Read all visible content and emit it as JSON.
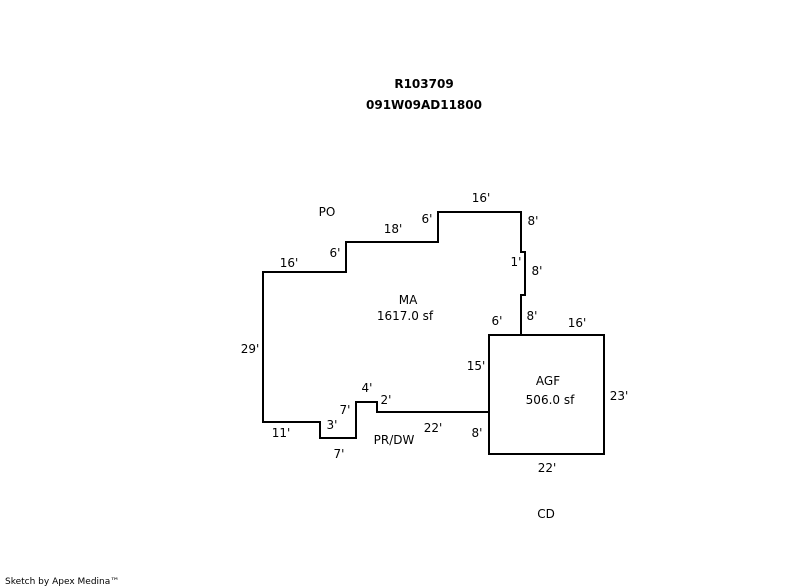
{
  "header": {
    "parcel_id": "R103709",
    "map_number": "091W09AD11800"
  },
  "areas": {
    "main": {
      "code": "MA",
      "area": "1617.0 sf"
    },
    "garage": {
      "code": "AGF",
      "area": "506.0 sf"
    },
    "porch_label": "PR/DW",
    "po_label": "PO",
    "cd_label": "CD"
  },
  "dimensions": {
    "ma_top_16": "16'",
    "ma_right_top_8": "8'",
    "ma_step_6_top": "6'",
    "ma_18": "18'",
    "ma_step_6_left": "6'",
    "ma_left_16": "16'",
    "ma_jog_1": "1'",
    "ma_right_mid_8": "8'",
    "ma_right_low_8": "8'",
    "ma_inner_6": "6'",
    "ma_left_29": "29'",
    "ma_bottom_11": "11'",
    "ma_notch_3": "3'",
    "ma_notch_7_bottom": "7'",
    "ma_notch_7_side": "7'",
    "ma_notch_4": "4'",
    "ma_notch_2": "2'",
    "ma_bottom_22": "22'",
    "agf_15": "15'",
    "agf_8": "8'",
    "agf_top_16": "16'",
    "agf_right_23": "23'",
    "agf_bottom_22": "22'"
  },
  "footer": {
    "credit": "Sketch by Apex Medina™"
  }
}
